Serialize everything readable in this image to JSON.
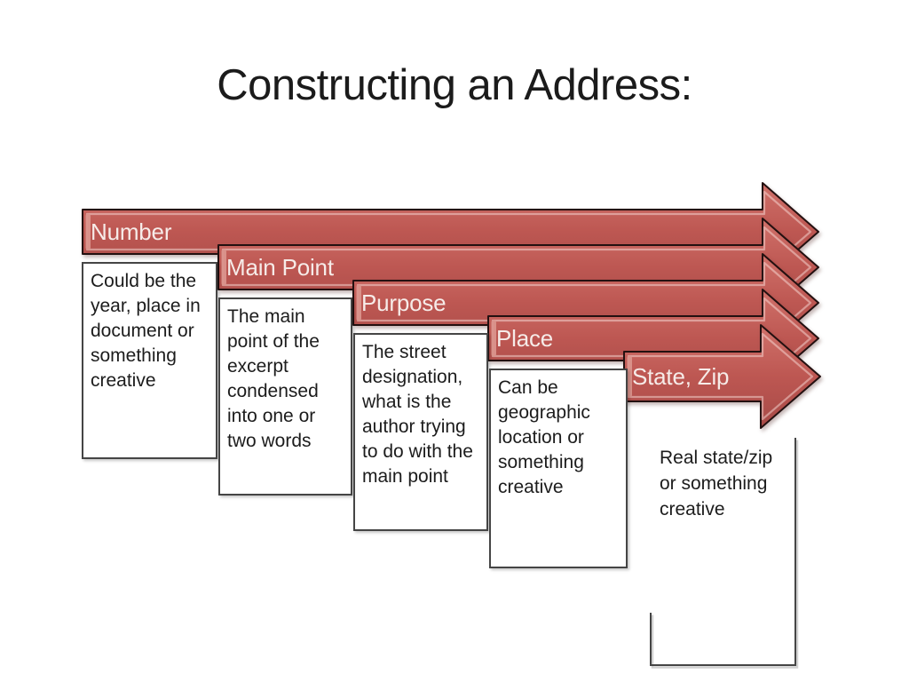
{
  "title": "Constructing an Address:",
  "colors": {
    "background": "#ffffff",
    "title_text": "#1b1b1b",
    "arrow_fill_top": "#d0716a",
    "arrow_fill_mid": "#bd5752",
    "arrow_fill_bottom": "#a74a47",
    "arrow_border": "#231010",
    "arrow_highlight": "#da938c",
    "arrow_inner_bevel": "rgba(255,235,230,0.45)",
    "arrow_label_text": "#f6ebe8",
    "box_border": "#454545",
    "box_text": "#1c1c1c"
  },
  "diagram": {
    "arrows": [
      {
        "label": "Number",
        "description": "Could be the year, place in document or something creative"
      },
      {
        "label": "Main Point",
        "description": "The main point of the excerpt condensed into one or two words"
      },
      {
        "label": "Purpose",
        "description": "The street designation, what is the author trying to do with the main point"
      },
      {
        "label": "Place",
        "description": "Can be geographic location or something creative"
      },
      {
        "label": "State, Zip",
        "description": "Real state/zip or something creative"
      }
    ]
  }
}
